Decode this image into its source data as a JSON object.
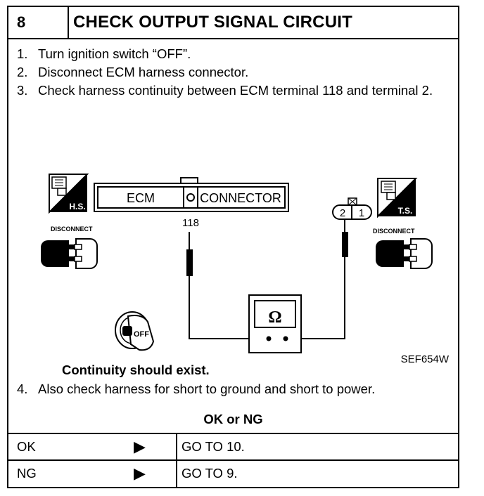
{
  "header": {
    "step_number": "8",
    "title": "CHECK OUTPUT SIGNAL CIRCUIT"
  },
  "steps": [
    {
      "num": "1.",
      "text": "Turn ignition switch “OFF”."
    },
    {
      "num": "2.",
      "text": "Disconnect ECM harness connector."
    },
    {
      "num": "3.",
      "text": "Check harness continuity between ECM terminal 118 and terminal 2."
    }
  ],
  "diagram": {
    "hs_label": "H.S.",
    "ts_label": "T.S.",
    "disconnect_left": "DISCONNECT",
    "disconnect_right": "DISCONNECT",
    "ecm_label": "ECM",
    "connector_label": "CONNECTOR",
    "terminal_118": "118",
    "pin_2": "2",
    "pin_1": "1",
    "ohm_symbol": "Ω",
    "ignition_label": "OFF",
    "figure_code": "SEF654W"
  },
  "continuity_note": "Continuity should exist.",
  "step4": {
    "num": "4.",
    "text": "Also check harness for short to ground and short to power."
  },
  "decision": {
    "label": "OK or NG",
    "rows": [
      {
        "label": "OK",
        "arrow": "▶",
        "result": "GO TO 10."
      },
      {
        "label": "NG",
        "arrow": "▶",
        "result": "GO TO 9."
      }
    ]
  }
}
